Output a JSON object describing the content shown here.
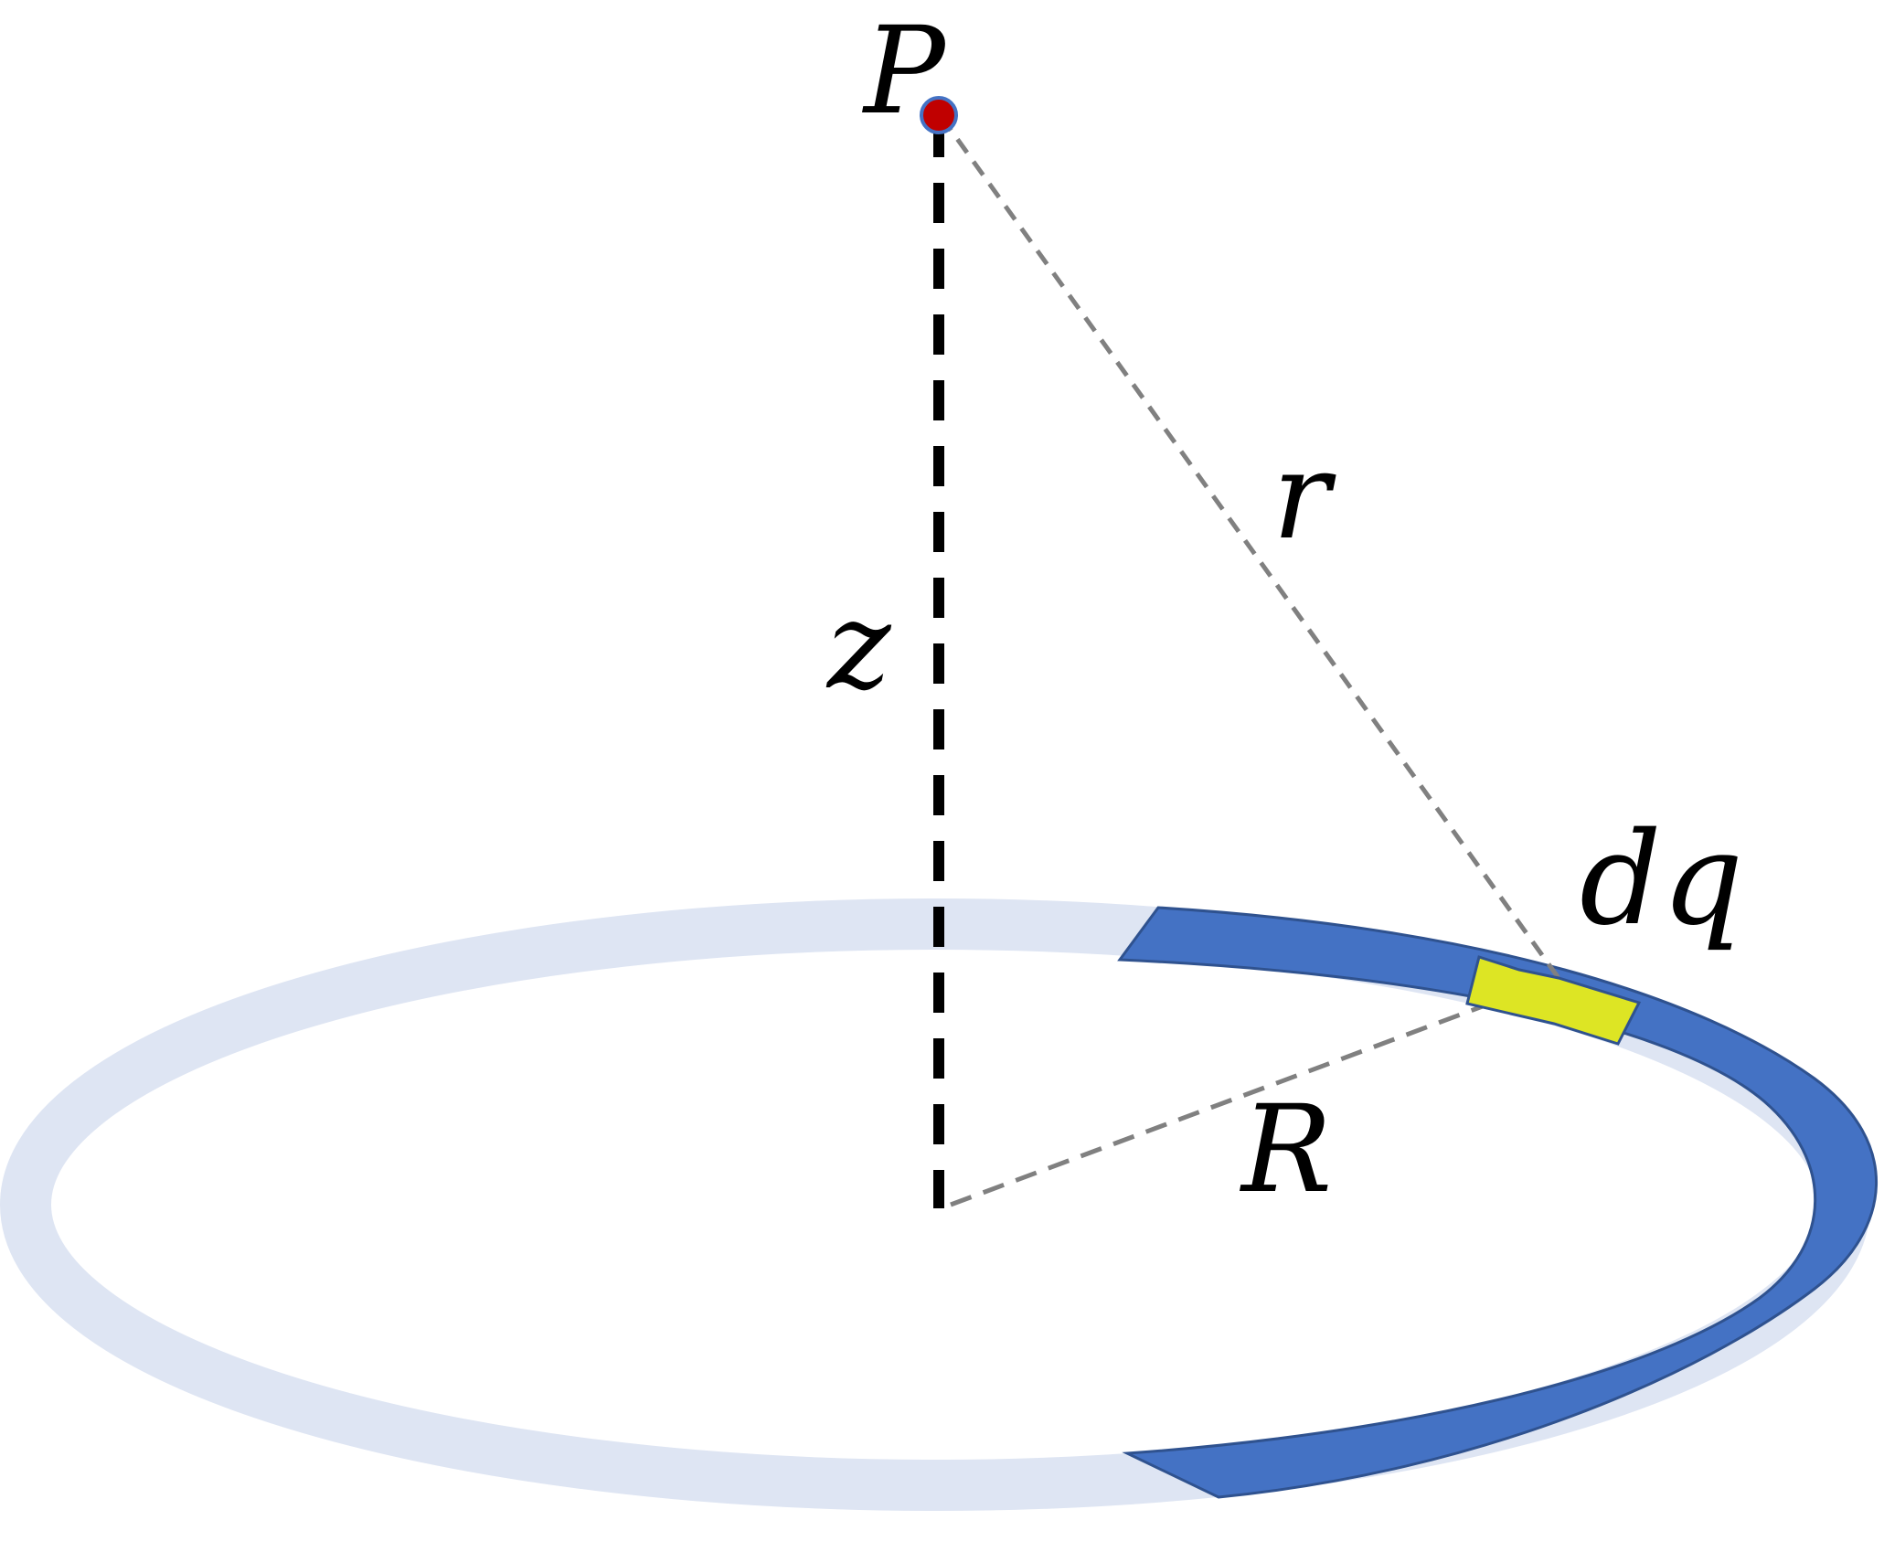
{
  "labels": {
    "point": "P",
    "height": "z",
    "distance": "r",
    "charge_element": "dq",
    "radius": "R"
  },
  "colors": {
    "ring_back": "#dee5f3",
    "ring_front": "#4472c4",
    "ring_outline": "#2f528f",
    "charge_element": "#dde524",
    "point_fill": "#c00000",
    "point_stroke": "#4472c4",
    "axis_line": "#000000",
    "guide_line": "#808080"
  }
}
